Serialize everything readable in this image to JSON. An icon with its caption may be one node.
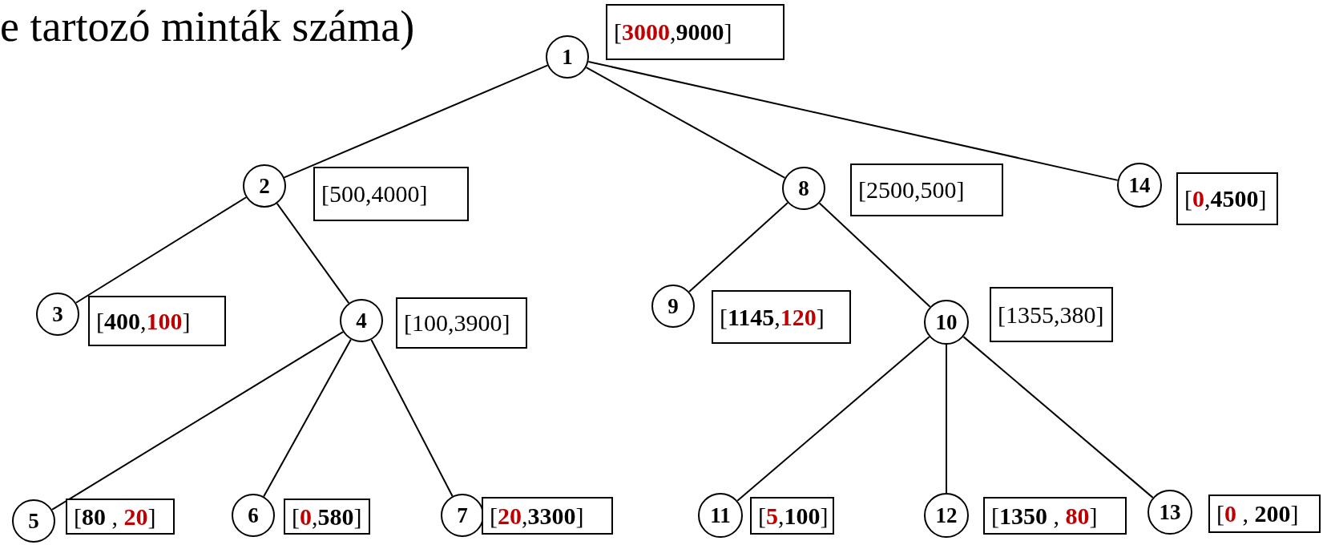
{
  "diagram": {
    "nodes": [
      {
        "text": [
          "1"
        ],
        "beside": [
          "[**3000**,**9000**]"
        ]
      },
      {
        "text": [
          "2"
        ],
        "beside": [
          "[500,4000]"
        ]
      },
      {
        "text": [
          "3"
        ],
        "beside": [
          "[**400**,**100**]"
        ]
      },
      {
        "text": [
          "4"
        ],
        "beside": [
          "[100,3900]"
        ]
      },
      {
        "text": [
          "5"
        ],
        "beside": [
          "[**80** , **20**]"
        ]
      },
      {
        "text": [
          "6"
        ],
        "beside": [
          "[**0**,**580**]"
        ]
      },
      {
        "text": [
          "7"
        ],
        "beside": [
          "[**20**,**3300**]"
        ]
      },
      {
        "text": [
          "8"
        ],
        "beside": [
          "[2500,500]"
        ]
      },
      {
        "text": [
          "9"
        ],
        "beside": [
          "[**1145**,**120**]"
        ]
      },
      {
        "text": [
          "10"
        ],
        "beside": [
          "[1355,380]"
        ]
      },
      {
        "text": [
          "11"
        ],
        "beside": [
          "[**5**,**100**]"
        ]
      },
      {
        "text": [
          "12"
        ],
        "beside": [
          "[**1350** , **80**]"
        ]
      },
      {
        "text": [
          "13"
        ],
        "beside": [
          "[**0** , **200**]"
        ]
      },
      {
        "text": [
          "14"
        ],
        "beside": [
          "[**0**,**4500**]"
        ]
      }
    ],
    "edges": [
      {
        "from": 0,
        "to": 1,
        "arrow": "none"
      },
      {
        "from": 0,
        "to": 7,
        "arrow": "none"
      },
      {
        "from": 0,
        "to": 13,
        "arrow": "none"
      },
      {
        "from": 1,
        "to": 2,
        "arrow": "none"
      },
      {
        "from": 1,
        "to": 3,
        "arrow": "none"
      },
      {
        "from": 3,
        "to": 4,
        "arrow": "none"
      },
      {
        "from": 3,
        "to": 5,
        "arrow": "none"
      },
      {
        "from": 3,
        "to": 6,
        "arrow": "none"
      },
      {
        "from": 7,
        "to": 8,
        "arrow": "none"
      },
      {
        "from": 7,
        "to": 9,
        "arrow": "none"
      },
      {
        "from": 9,
        "to": 10,
        "arrow": "none"
      },
      {
        "from": 9,
        "to": 11,
        "arrow": "none"
      },
      {
        "from": 9,
        "to": 12,
        "arrow": "none"
      }
    ],
    "labels": [
      "e tartozó minták száma)"
    ]
  }
}
